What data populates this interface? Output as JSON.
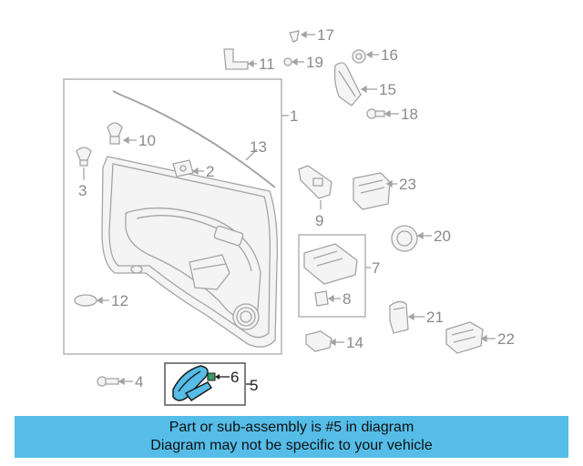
{
  "diagram": {
    "callouts": [
      {
        "id": "1",
        "label": "1"
      },
      {
        "id": "2",
        "label": "2"
      },
      {
        "id": "3",
        "label": "3"
      },
      {
        "id": "4",
        "label": "4"
      },
      {
        "id": "5",
        "label": "5"
      },
      {
        "id": "6",
        "label": "6"
      },
      {
        "id": "7",
        "label": "7"
      },
      {
        "id": "8",
        "label": "8"
      },
      {
        "id": "9",
        "label": "9"
      },
      {
        "id": "10",
        "label": "10"
      },
      {
        "id": "11",
        "label": "11"
      },
      {
        "id": "12",
        "label": "12"
      },
      {
        "id": "13",
        "label": "13"
      },
      {
        "id": "14",
        "label": "14"
      },
      {
        "id": "15",
        "label": "15"
      },
      {
        "id": "16",
        "label": "16"
      },
      {
        "id": "17",
        "label": "17"
      },
      {
        "id": "18",
        "label": "18"
      },
      {
        "id": "19",
        "label": "19"
      },
      {
        "id": "20",
        "label": "20"
      },
      {
        "id": "21",
        "label": "21"
      },
      {
        "id": "22",
        "label": "22"
      },
      {
        "id": "23",
        "label": "23"
      }
    ],
    "highlighted_part": "5",
    "highlight_color": "#55bde8",
    "line_color": "#a4a4a4"
  },
  "banner": {
    "line1": "Part or sub-assembly is #5 in diagram",
    "line2": "Diagram may not be specific to your vehicle",
    "color": "#55bde8"
  }
}
